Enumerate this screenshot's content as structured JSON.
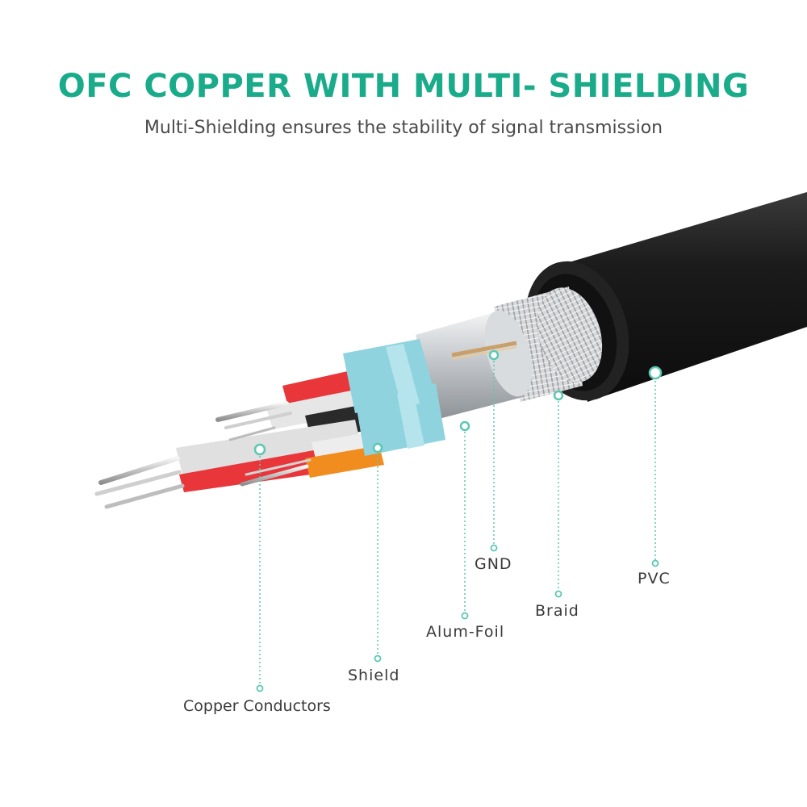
{
  "heading": {
    "title": "OFC COPPER WITH MULTI- SHIELDING",
    "subtitle": "Multi-Shielding ensures the stability of signal transmission"
  },
  "colors": {
    "accent": "#1aab8a",
    "leader": "#5cc7b3",
    "jacket": "#1b1b1b",
    "foil": "#bfc3c7",
    "shield": "#8fd3df",
    "wire_red": "#e8363b",
    "wire_black": "#2a2a2a",
    "wire_white": "#e6e6e6",
    "wire_orange": "#f08d1e",
    "copper": "#c9a06b"
  },
  "labels": {
    "copper_conductors": "Copper Conductors",
    "shield": "Shield",
    "alum_foil": "Alum-Foil",
    "gnd": "GND",
    "braid": "Braid",
    "pvc": "PVC"
  }
}
